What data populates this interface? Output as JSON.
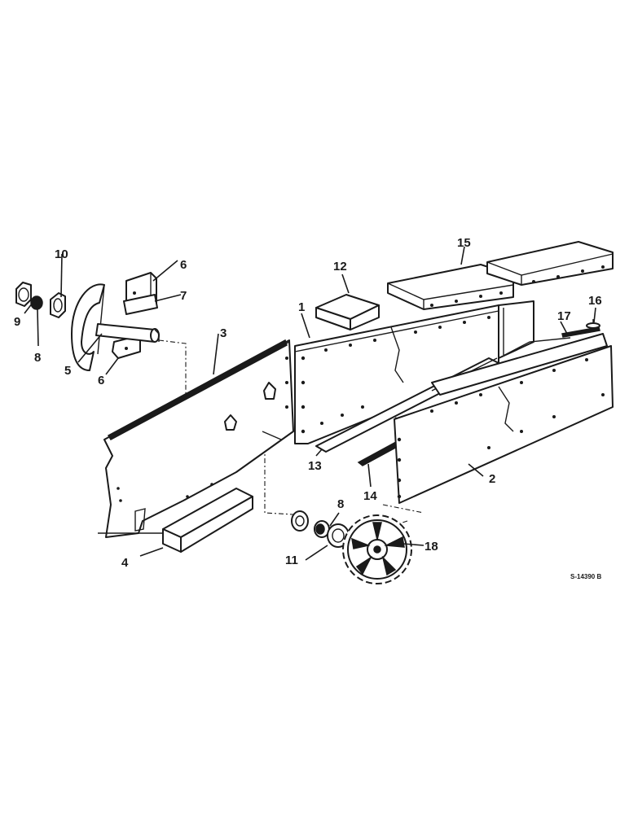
{
  "callouts": {
    "c1": "1",
    "c2": "2",
    "c3": "3",
    "c4": "4",
    "c5": "5",
    "c6a": "6",
    "c6b": "6",
    "c7": "7",
    "c8a": "8",
    "c8b": "8",
    "c9": "9",
    "c10": "10",
    "c11": "11",
    "c12": "12",
    "c13": "13",
    "c14": "14",
    "c15": "15",
    "c16": "16",
    "c17": "17",
    "c18": "18"
  },
  "reference_code": "S-14390 B"
}
